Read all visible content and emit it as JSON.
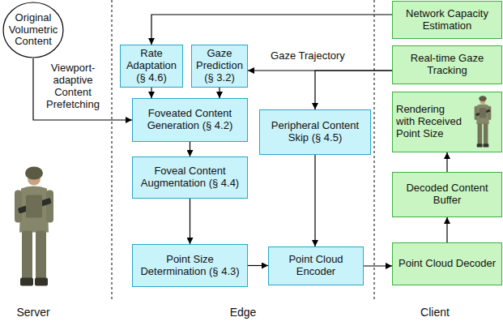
{
  "diagram": {
    "nodes": [
      {
        "text": [
          "Original Volumetric Content"
        ]
      },
      {
        "text": [
          "Rate Adaptation (§ 4.6)"
        ]
      },
      {
        "text": [
          "Gaze Prediction (§ 3.2)"
        ]
      },
      {
        "text": [
          "Foveated Content Generation (§ 4.2)"
        ]
      },
      {
        "text": [
          "Foveal Content Augmentation (§ 4.4)"
        ]
      },
      {
        "text": [
          "Point Size Determination (§ 4.3)"
        ]
      },
      {
        "text": [
          "Peripheral Content Skip (§ 4.5)"
        ]
      },
      {
        "text": [
          "Point Cloud Encoder"
        ]
      },
      {
        "text": [
          "Network Capacity Estimation"
        ]
      },
      {
        "text": [
          "Real-time Gaze Tracking"
        ]
      },
      {
        "text": [
          "Rendering with Received Point Size"
        ]
      },
      {
        "text": [
          "Decoded Content Buffer"
        ]
      },
      {
        "text": [
          "Point Cloud Decoder"
        ]
      }
    ],
    "edges": [
      {
        "from": 8,
        "to": 1,
        "arrow": "to"
      },
      {
        "from": 9,
        "to": 2,
        "arrow": "to",
        "label": "Gaze Trajectory"
      },
      {
        "from": 9,
        "to": 6,
        "arrow": "to"
      },
      {
        "from": 1,
        "to": 3,
        "arrow": "to"
      },
      {
        "from": 2,
        "to": 3,
        "arrow": "to"
      },
      {
        "from": 0,
        "to": 3,
        "arrow": "to",
        "label": "Viewport-adaptive Content Prefetching"
      },
      {
        "from": 3,
        "to": 4,
        "arrow": "to"
      },
      {
        "from": 4,
        "to": 5,
        "arrow": "to"
      },
      {
        "from": 5,
        "to": 7,
        "arrow": "to"
      },
      {
        "from": 6,
        "to": 7,
        "arrow": "to"
      },
      {
        "from": 7,
        "to": 12,
        "arrow": "to"
      },
      {
        "from": 12,
        "to": 11,
        "arrow": "to"
      },
      {
        "from": 11,
        "to": 10,
        "arrow": "to"
      }
    ],
    "labels": [
      "Server",
      "Edge",
      "Client"
    ]
  }
}
